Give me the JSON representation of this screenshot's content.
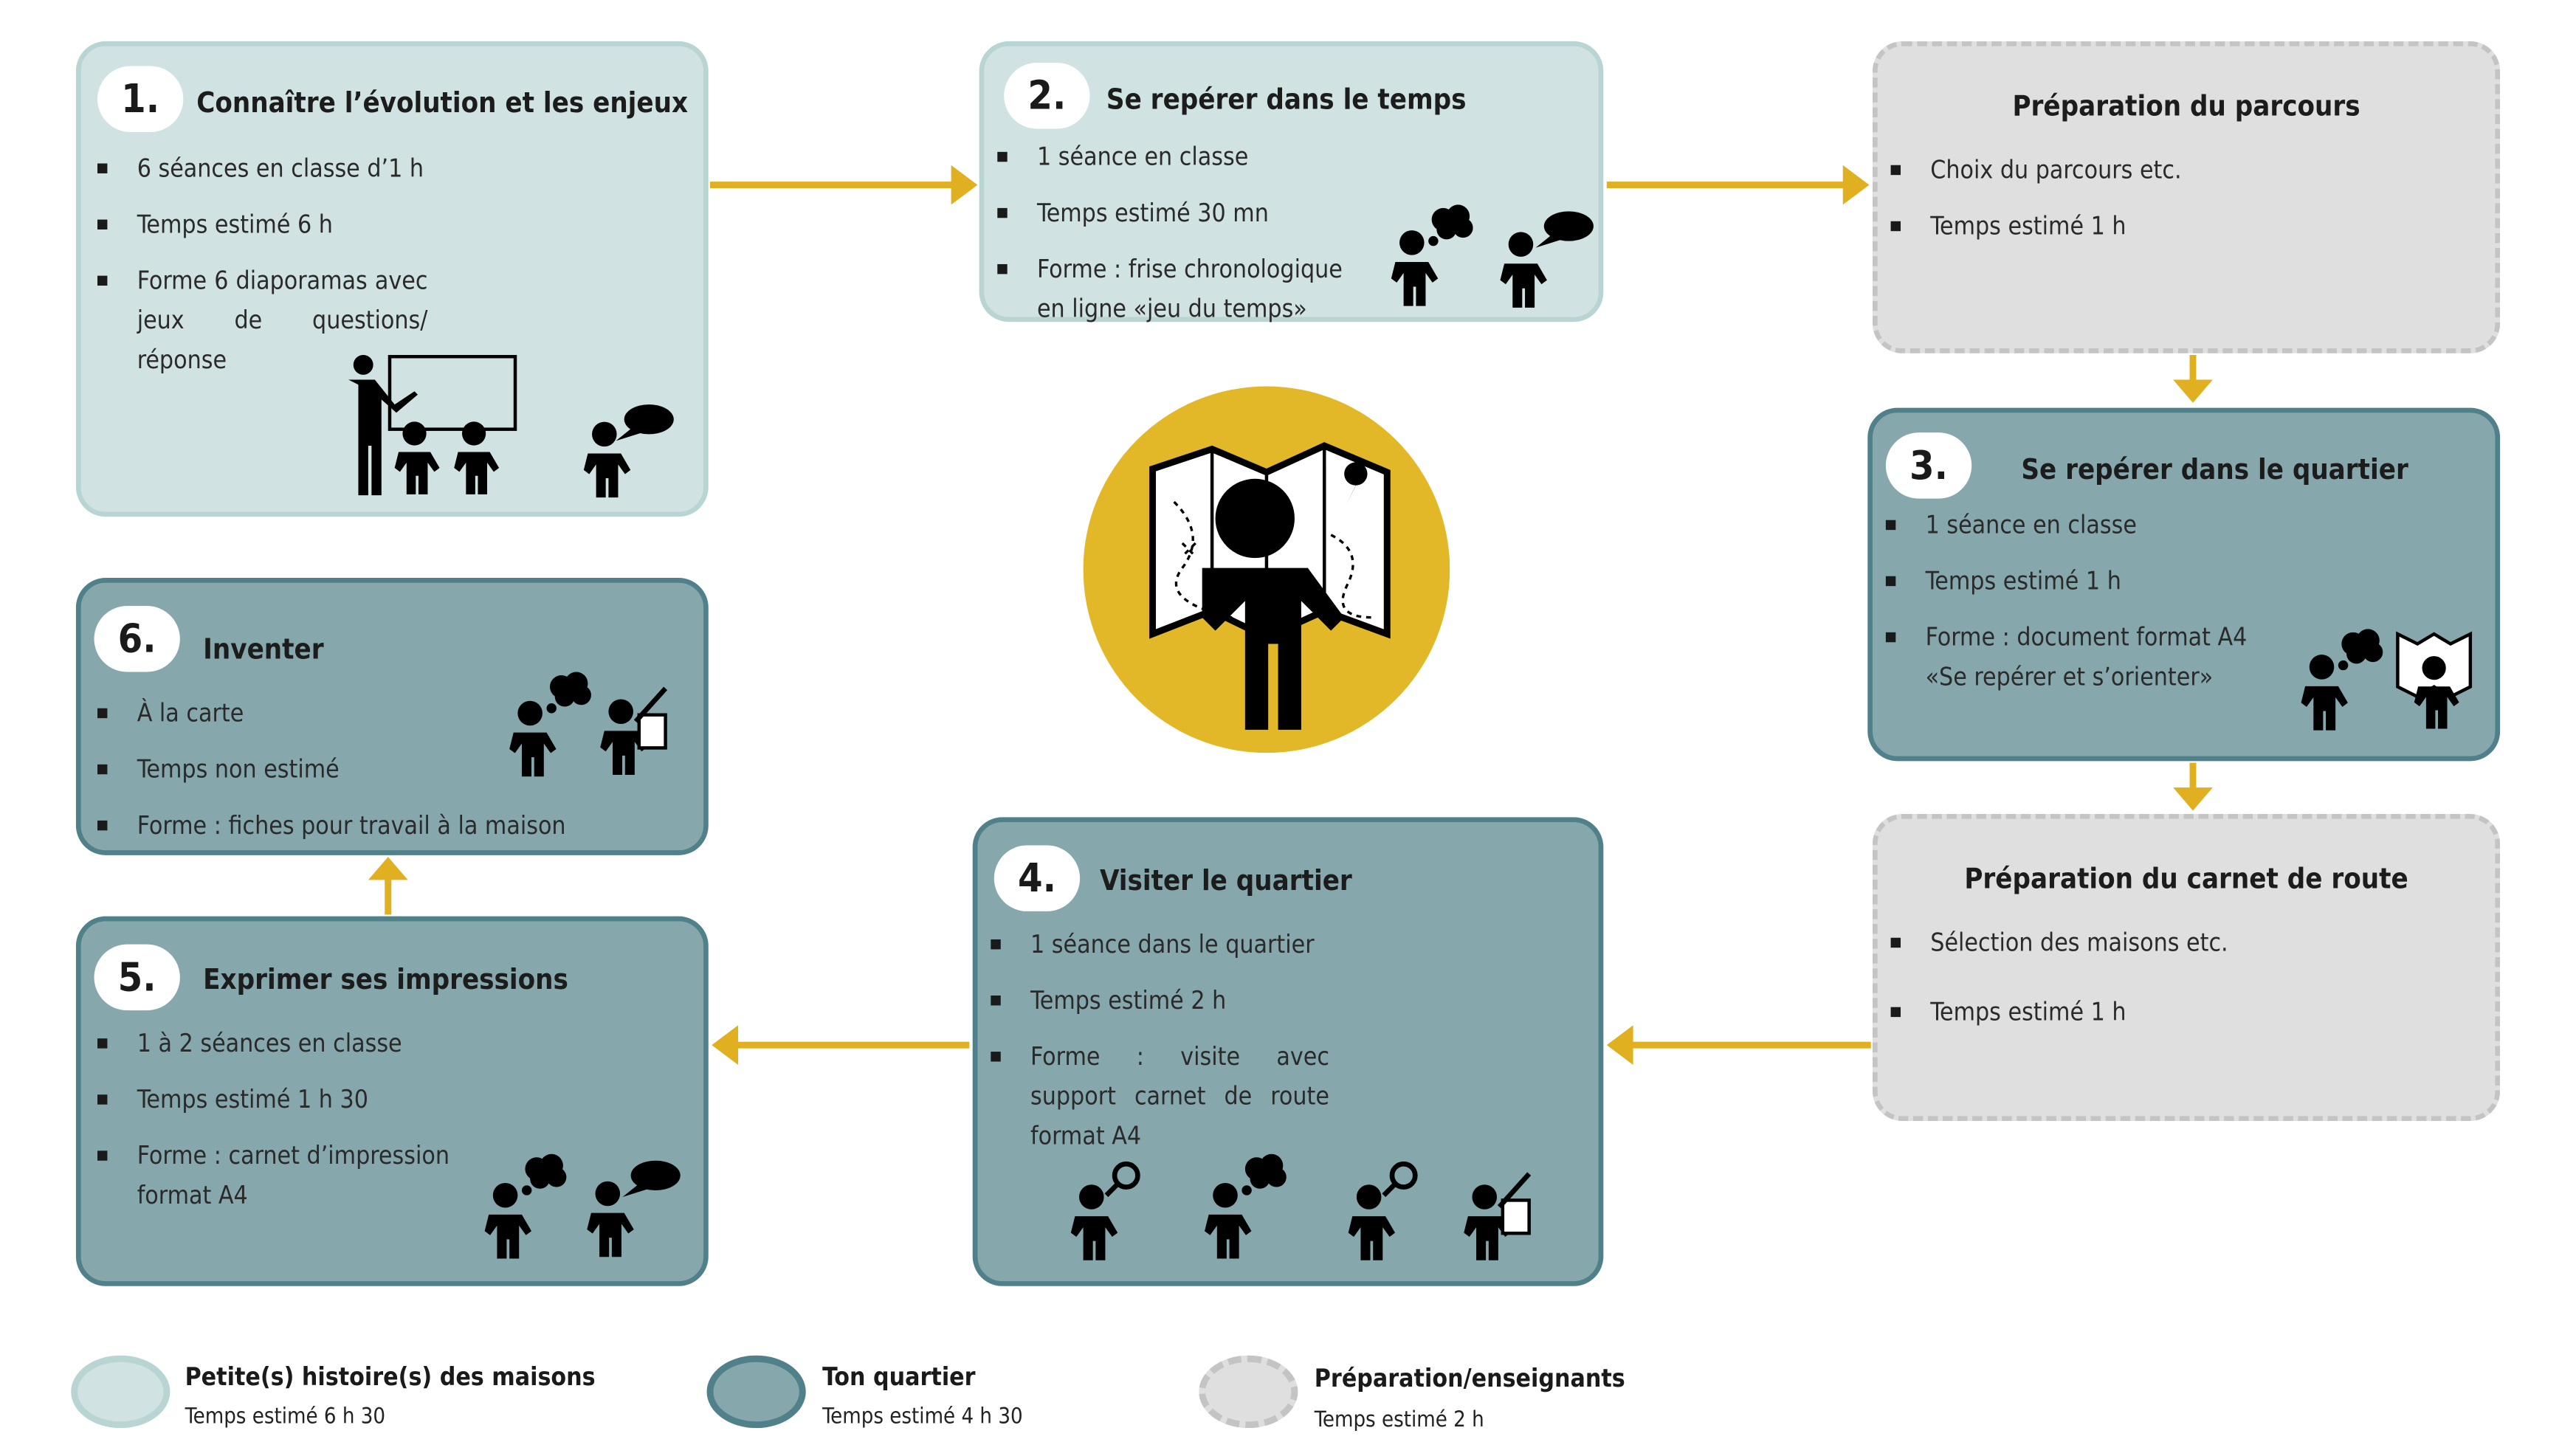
{
  "colors": {
    "light": "#d1e2e2",
    "dark": "#86a8ad",
    "gray": "#dfdfdf",
    "accent": "#e0b021"
  },
  "steps": [
    {
      "num": "1.",
      "title": "Connaître l’évolution et les enjeux",
      "items": [
        "6 séances en classe d’1 h",
        "Temps estimé 6 h",
        "Forme 6 diaporamas avec jeux de questions/ réponse"
      ]
    },
    {
      "num": "2.",
      "title": "Se repérer dans le temps",
      "items": [
        "1 séance en classe",
        "Temps estimé 30 mn",
        "Forme : frise chronologique en ligne «jeu du temps»"
      ]
    },
    {
      "num": "3.",
      "title": "Se repérer dans le quartier",
      "items": [
        "1 séance en classe",
        "Temps estimé 1 h",
        "Forme : document format A4 «Se repérer et s’orienter»"
      ]
    },
    {
      "num": "4.",
      "title": "Visiter le quartier",
      "items": [
        "1 séance dans le quartier",
        "Temps estimé 2 h",
        "Forme : visite avec support carnet de route format A4"
      ]
    },
    {
      "num": "5.",
      "title": "Exprimer ses impressions",
      "items": [
        "1 à 2 séances en classe",
        "Temps estimé 1 h 30",
        "Forme : carnet d’impression format A4"
      ]
    },
    {
      "num": "6.",
      "title": "Inventer",
      "items": [
        "À la carte",
        "Temps non estimé",
        "Forme : fiches pour travail à la maison"
      ]
    }
  ],
  "prep": [
    {
      "title": "Préparation du parcours",
      "items": [
        "Choix du parcours etc.",
        "Temps estimé 1 h"
      ]
    },
    {
      "title": "Préparation du carnet de route",
      "items": [
        "Sélection des maisons etc.",
        "Temps estimé 1 h"
      ]
    }
  ],
  "legend": [
    {
      "title": "Petite(s) histoire(s) des maisons",
      "time": "Temps estimé 6 h 30"
    },
    {
      "title": "Ton quartier",
      "time": "Temps estimé 4 h 30"
    },
    {
      "title": "Préparation/enseignants",
      "time": "Temps estimé 2 h"
    }
  ]
}
